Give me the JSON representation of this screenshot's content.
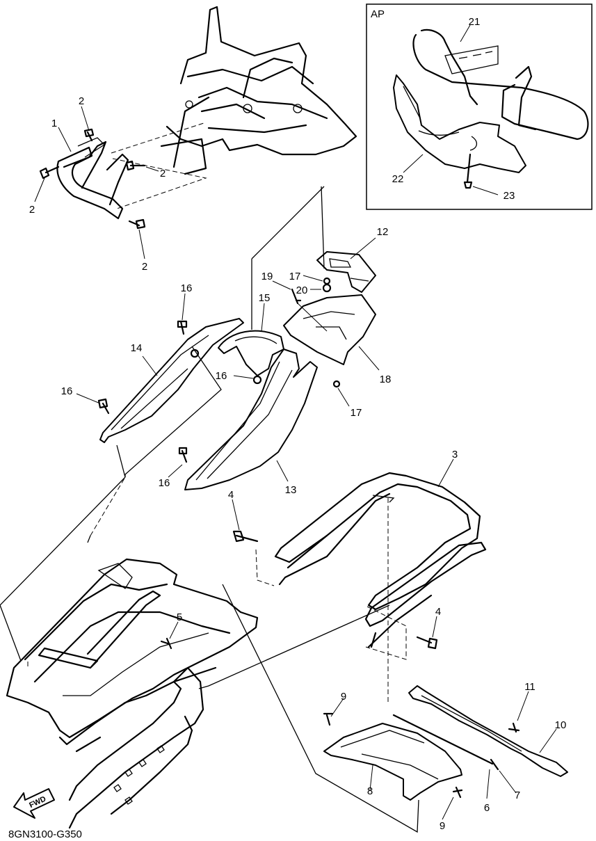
{
  "drawing_code": "8GN3100-G350",
  "inset": {
    "title": "AP"
  },
  "fwd_label": "FWD",
  "callouts": [
    {
      "id": "c1",
      "label": "1"
    },
    {
      "id": "c2a",
      "label": "2"
    },
    {
      "id": "c2b",
      "label": "2"
    },
    {
      "id": "c2c",
      "label": "2"
    },
    {
      "id": "c2d",
      "label": "2"
    },
    {
      "id": "c3",
      "label": "3"
    },
    {
      "id": "c4a",
      "label": "4"
    },
    {
      "id": "c4b",
      "label": "4"
    },
    {
      "id": "c5",
      "label": "5"
    },
    {
      "id": "c6",
      "label": "6"
    },
    {
      "id": "c7",
      "label": "7"
    },
    {
      "id": "c8",
      "label": "8"
    },
    {
      "id": "c9a",
      "label": "9"
    },
    {
      "id": "c9b",
      "label": "9"
    },
    {
      "id": "c10",
      "label": "10"
    },
    {
      "id": "c11",
      "label": "11"
    },
    {
      "id": "c12",
      "label": "12"
    },
    {
      "id": "c13",
      "label": "13"
    },
    {
      "id": "c14",
      "label": "14"
    },
    {
      "id": "c15",
      "label": "15"
    },
    {
      "id": "c16a",
      "label": "16"
    },
    {
      "id": "c16b",
      "label": "16"
    },
    {
      "id": "c16c",
      "label": "16"
    },
    {
      "id": "c16d",
      "label": "16"
    },
    {
      "id": "c17a",
      "label": "17"
    },
    {
      "id": "c17b",
      "label": "17"
    },
    {
      "id": "c18",
      "label": "18"
    },
    {
      "id": "c19",
      "label": "19"
    },
    {
      "id": "c20",
      "label": "20"
    },
    {
      "id": "c21",
      "label": "21"
    },
    {
      "id": "c22",
      "label": "22"
    },
    {
      "id": "c23",
      "label": "23"
    }
  ]
}
